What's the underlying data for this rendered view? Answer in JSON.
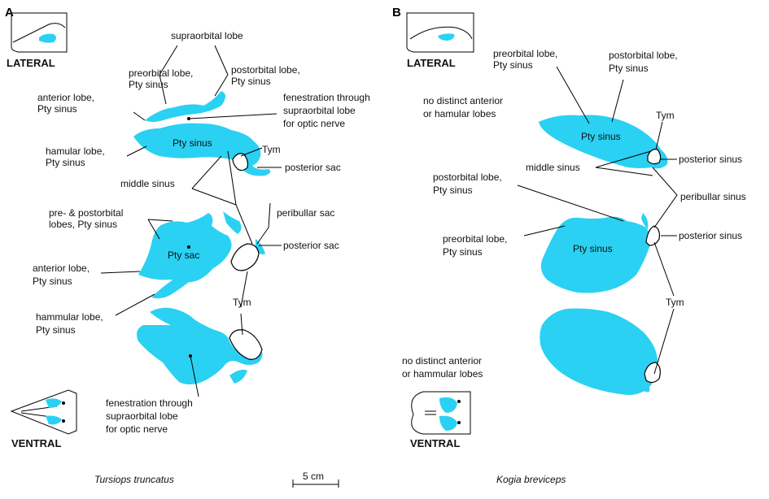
{
  "panels": {
    "a": {
      "letter": "A",
      "species": "Tursiops truncatus",
      "lateral_label": "LATERAL",
      "ventral_label": "VENTRAL",
      "labels": {
        "supraorbital": "supraorbital lobe",
        "preorbital_1": "preorbital lobe,",
        "preorbital_2": "Pty sinus",
        "postorbital_1": "postorbital lobe,",
        "postorbital_2": "Pty sinus",
        "anterior_1": "anterior lobe,",
        "anterior_2": "Pty sinus",
        "fenestration_1": "fenestration through",
        "fenestration_2": "supraorbital lobe",
        "fenestration_3": "for optic nerve",
        "hamular_1": "hamular lobe,",
        "hamular_2": "Pty sinus",
        "pty_sinus": "Pty sinus",
        "tym_top": "Tym",
        "posterior_sac_top": "posterior sac",
        "middle_sinus": "middle sinus",
        "prepost_1": "pre- & postorbital",
        "prepost_2": "lobes, Pty sinus",
        "peribullar": "peribullar sac",
        "pty_sac": "Pty sac",
        "posterior_sac_mid": "posterior sac",
        "anterior_lower_1": "anterior lobe,",
        "anterior_lower_2": "Pty sinus",
        "tym_bottom": "Tym",
        "hammular_1": "hammular lobe,",
        "hammular_2": "Pty sinus",
        "fen_bottom_1": "fenestration through",
        "fen_bottom_2": "supraorbital lobe",
        "fen_bottom_3": "for optic nerve"
      }
    },
    "b": {
      "letter": "B",
      "species": "Kogia breviceps",
      "lateral_label": "LATERAL",
      "ventral_label": "VENTRAL",
      "labels": {
        "preorbital_1": "preorbital lobe,",
        "preorbital_2": "Pty sinus",
        "postorbital_1": "postorbital lobe,",
        "postorbital_2": "Pty sinus",
        "no_distinct_1": "no distinct anterior",
        "no_distinct_2": "or hamular lobes",
        "tym_top": "Tym",
        "pty_sinus_top": "Pty sinus",
        "posterior_sinus_top": "posterior sinus",
        "postorbital_lower_1": "postorbital lobe,",
        "postorbital_lower_2": "Pty sinus",
        "middle_sinus": "middle sinus",
        "peribullar_sinus": "peribullar sinus",
        "posterior_sinus_mid": "posterior sinus",
        "preorbital_lower_1": "preorbital lobe,",
        "preorbital_lower_2": "Pty sinus",
        "pty_sinus_mid": "Pty sinus",
        "tym_bottom": "Tym",
        "no_distinct_b_1": "no distinct anterior",
        "no_distinct_b_2": "or hammular lobes"
      }
    }
  },
  "scale_bar": "5 cm",
  "colors": {
    "sinus": "#2ad1f2",
    "outline": "#000000",
    "background": "#ffffff"
  }
}
